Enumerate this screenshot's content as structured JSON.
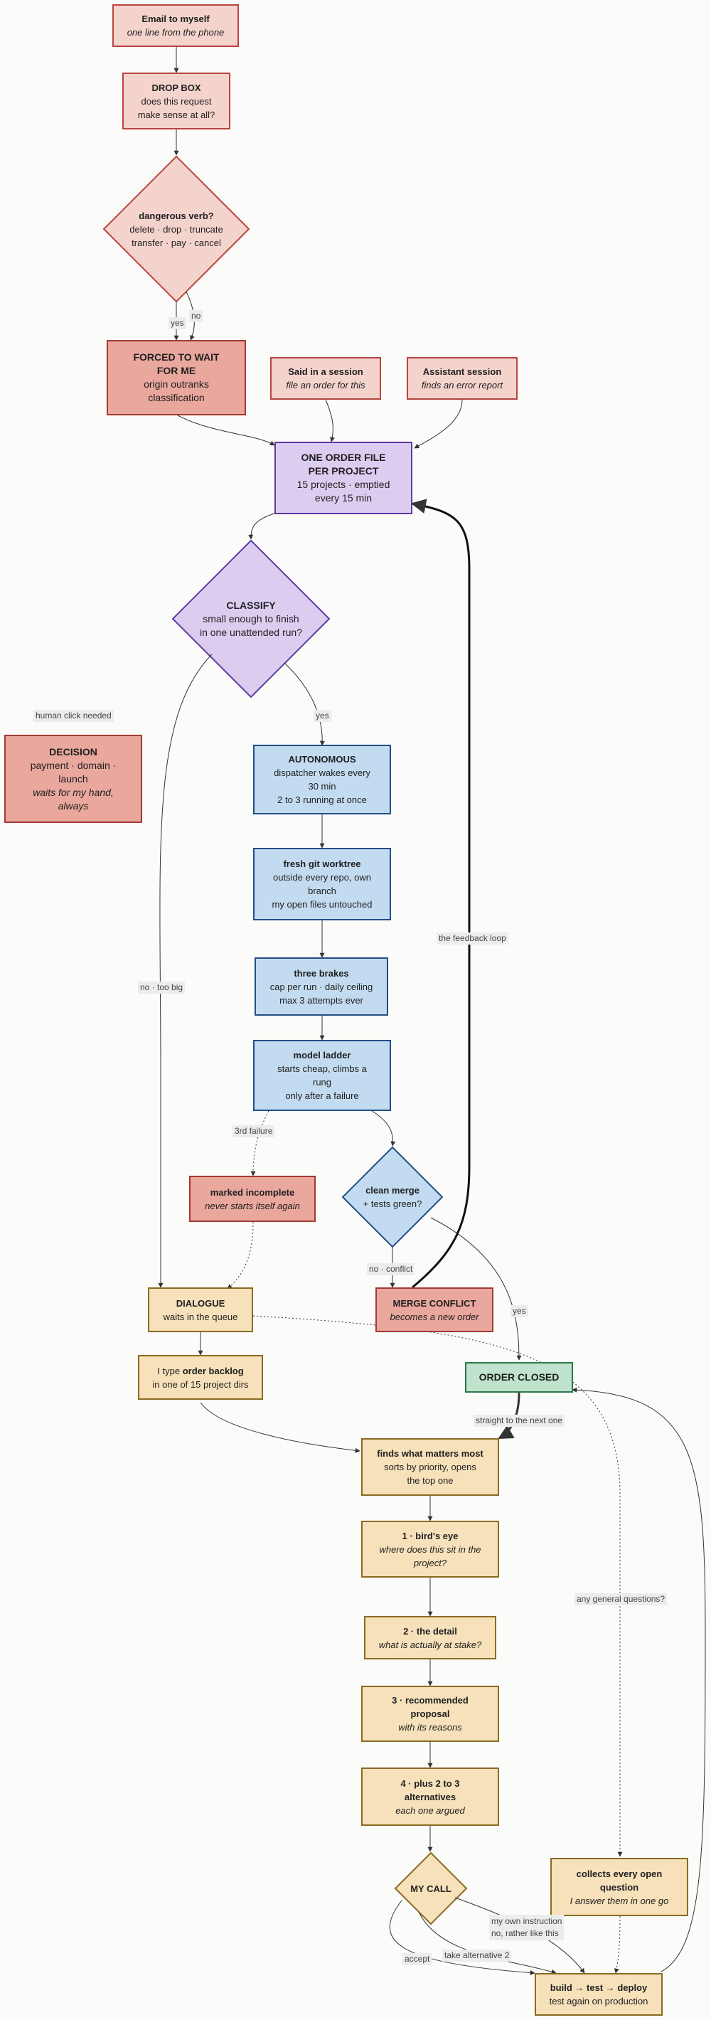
{
  "nodes": {
    "email": {
      "title": "Email to myself",
      "sub": "one line from the phone"
    },
    "dropbox": {
      "title": "DROP BOX",
      "l1": "does this request",
      "l2": "make sense at all?"
    },
    "dangerous": {
      "title": "dangerous verb?",
      "l1": "delete · drop · truncate",
      "l2": "transfer · pay · cancel"
    },
    "forced": {
      "title1": "FORCED TO WAIT",
      "title2": "FOR ME",
      "l1": "origin outranks",
      "l2": "classification"
    },
    "said": {
      "title": "Said in a session",
      "sub": "file an order for this"
    },
    "assistant": {
      "title": "Assistant session",
      "sub": "finds an error report"
    },
    "order_file": {
      "title1": "ONE ORDER FILE",
      "title2": "PER PROJECT",
      "l1": "15 projects · emptied",
      "l2": "every 15 min"
    },
    "classify": {
      "title": "CLASSIFY",
      "l1": "small enough to finish",
      "l2": "in one unattended run?"
    },
    "decision": {
      "title": "DECISION",
      "l1": "payment · domain ·",
      "l2": "launch",
      "i1": "waits for my hand,",
      "i2": "always"
    },
    "autonomous": {
      "title": "AUTONOMOUS",
      "l1": "dispatcher wakes every",
      "l2": "30 min",
      "l3": "2 to 3 running at once"
    },
    "worktree": {
      "title": "fresh git worktree",
      "l1": "outside every repo, own",
      "l2": "branch",
      "l3": "my open files untouched"
    },
    "brakes": {
      "title": "three brakes",
      "l1": "cap per run · daily ceiling",
      "l2": "max 3 attempts ever"
    },
    "ladder": {
      "title": "model ladder",
      "l1": "starts cheap, climbs a",
      "l2": "rung",
      "l3": "only after a failure"
    },
    "incomplete": {
      "title": "marked incomplete",
      "sub": "never starts itself again"
    },
    "clean_merge": {
      "title": "clean merge",
      "l1": "+ tests green?"
    },
    "dialogue": {
      "title": "DIALOGUE",
      "l1": "waits in the queue"
    },
    "merge_conflict": {
      "title": "MERGE CONFLICT",
      "sub": "becomes a new order"
    },
    "backlog": {
      "pre": "I type ",
      "bold": "order backlog",
      "l1": "in one of 15 project dirs"
    },
    "order_closed": {
      "title": "ORDER CLOSED"
    },
    "finds": {
      "title": "finds what matters most",
      "l1": "sorts by priority, opens",
      "l2": "the top one"
    },
    "birdseye": {
      "title": "1 · bird's eye",
      "i1": "where does this sit in the",
      "i2": "project?"
    },
    "detail": {
      "title": "2 · the detail",
      "sub": "what is actually at stake?"
    },
    "recommended": {
      "title1": "3 · recommended",
      "title2": "proposal",
      "sub": "with its reasons"
    },
    "alternatives": {
      "title1": "4 · plus 2 to 3",
      "title2": "alternatives",
      "sub": "each one argued"
    },
    "my_call": {
      "title": "MY CALL"
    },
    "collects": {
      "title1": "collects every open",
      "title2": "question",
      "sub": "I answer them in one go"
    },
    "build": {
      "title": "build → test → deploy",
      "l1": "test again on production"
    }
  },
  "edge_labels": {
    "yes1": "yes",
    "no1": "no",
    "human_click": "human click needed",
    "yes2": "yes",
    "no_too_big": "no · too big",
    "feedback_loop": "the feedback loop",
    "third_failure": "3rd failure",
    "no_conflict": "no · conflict",
    "yes3": "yes",
    "straight_next": "straight to the next one",
    "general_questions": "any general questions?",
    "my_own1": "my own instruction",
    "my_own2": "no, rather like this",
    "take_alt": "take alternative 2",
    "accept": "accept"
  },
  "colors": {
    "source": "#f5d3cd",
    "blocked": "#e9a79e",
    "routing": "#dccdf0",
    "autonomous": "#c3dbf0",
    "dialogue": "#f6e1bb",
    "closed": "#bfe3cd"
  }
}
